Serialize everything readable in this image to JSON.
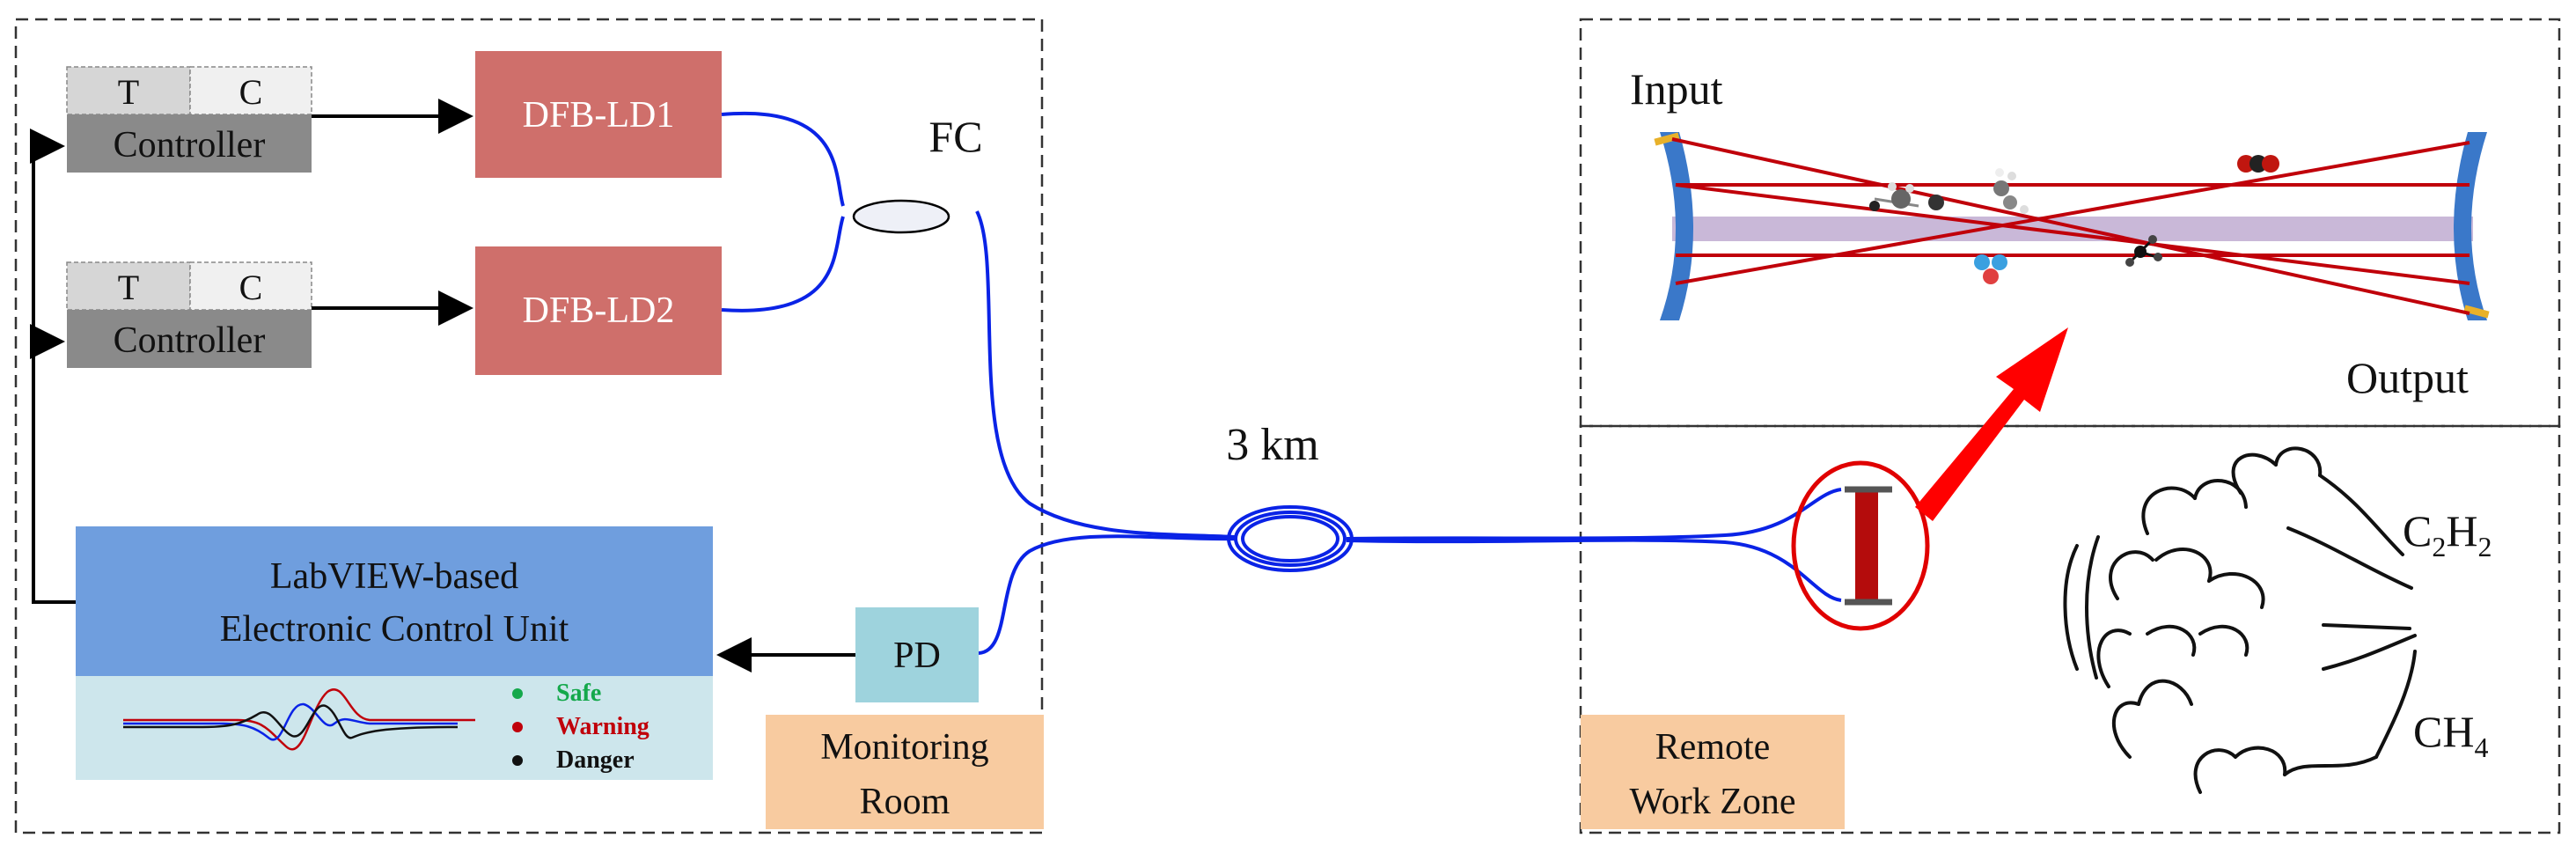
{
  "colors": {
    "fiber": "#0a23e6",
    "laser_box": "#cf6f6b",
    "controller_dark": "#8a8a8a",
    "controller_light": "#d6d6d6",
    "controller_light2": "#f0f0f0",
    "labview_top": "#6f9ede",
    "labview_bottom": "#cde6ec",
    "pd_box": "#9ed3dd",
    "zone_label": "#f8cba0",
    "cell_beam": "#c0000a",
    "mirror": "#3a78c9",
    "safe": "#14a84b",
    "warning": "#c0000a",
    "danger": "#111111"
  },
  "controllers": [
    {
      "t_label": "T",
      "c_label": "C",
      "name": "Controller"
    },
    {
      "t_label": "T",
      "c_label": "C",
      "name": "Controller"
    }
  ],
  "lasers": [
    "DFB-LD1",
    "DFB-LD2"
  ],
  "coupler_label": "FC",
  "fiber_length_label": "3 km",
  "labview": {
    "line1": "LabVIEW-based",
    "line2": "Electronic Control Unit"
  },
  "status_legend": [
    {
      "label": "Safe",
      "color_key": "safe"
    },
    {
      "label": "Warning",
      "color_key": "warning"
    },
    {
      "label": "Danger",
      "color_key": "danger"
    }
  ],
  "pd_label": "PD",
  "monitoring_room": {
    "line1": "Monitoring",
    "line2": "Room"
  },
  "remote_zone": {
    "line1": "Remote",
    "line2": "Work Zone"
  },
  "cell": {
    "input_label": "Input",
    "output_label": "Output"
  },
  "gases": [
    {
      "base": "C",
      "sub1": "2",
      "mid": "H",
      "sub2": "2"
    },
    {
      "base": "CH",
      "sub1": "4",
      "mid": "",
      "sub2": ""
    }
  ]
}
